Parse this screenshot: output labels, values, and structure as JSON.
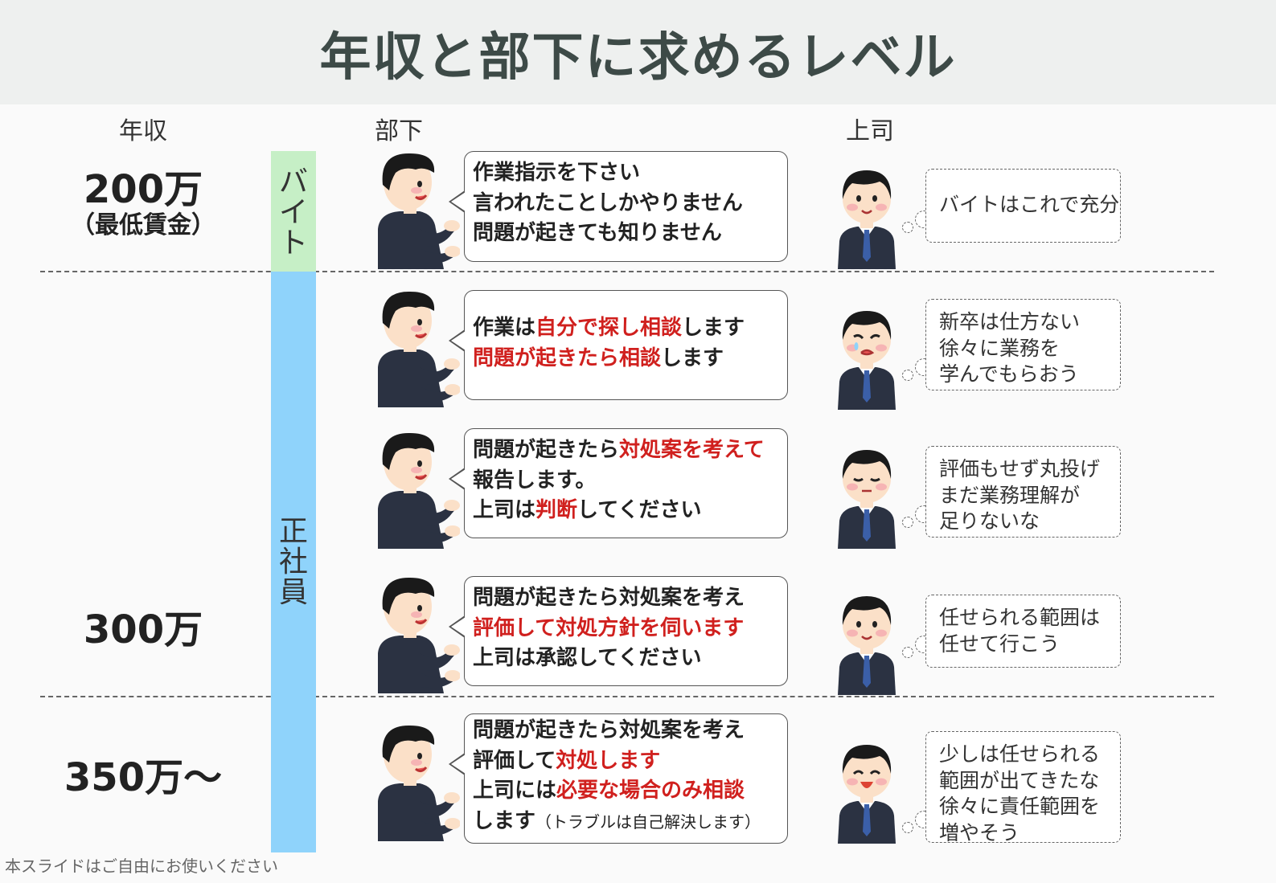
{
  "title": "年収と部下に求めるレベル",
  "headers": {
    "salary": "年収",
    "subordinate": "部下",
    "boss": "上司"
  },
  "salaries": [
    {
      "amount": "200万",
      "note": "（最低賃金）"
    },
    {
      "amount": "300万",
      "note": ""
    },
    {
      "amount": "350万〜",
      "note": ""
    }
  ],
  "bands": [
    {
      "label": "バイト",
      "color": "#c6efc6"
    },
    {
      "label": "正社員",
      "color": "#8fd3fb"
    }
  ],
  "rows": [
    {
      "subordinate_lines": [
        [
          {
            "t": "作業指示を下さい",
            "red": false
          }
        ],
        [
          {
            "t": "言われたことしかやりません",
            "red": false
          }
        ],
        [
          {
            "t": "問題が起きても知りません",
            "red": false
          }
        ]
      ],
      "boss_lines": [
        "バイトはこれで充分"
      ],
      "boss_face": "smile"
    },
    {
      "subordinate_lines": [
        [
          {
            "t": "作業は",
            "red": false
          },
          {
            "t": "自分で探し相談",
            "red": true
          },
          {
            "t": "します",
            "red": false
          }
        ],
        [
          {
            "t": "問題が起きたら相談",
            "red": true
          },
          {
            "t": "します",
            "red": false
          }
        ]
      ],
      "boss_lines": [
        "新卒は仕方ない",
        "徐々に業務を",
        "学んでもらおう"
      ],
      "boss_face": "worried"
    },
    {
      "subordinate_lines": [
        [
          {
            "t": "問題が起きたら",
            "red": false
          },
          {
            "t": "対処案を考えて",
            "red": true
          }
        ],
        [
          {
            "t": "報告します。",
            "red": false
          }
        ],
        [
          {
            "t": "上司は",
            "red": false
          },
          {
            "t": "判断",
            "red": true
          },
          {
            "t": "してください",
            "red": false
          }
        ]
      ],
      "boss_lines": [
        "評価もせず丸投げ",
        "まだ業務理解が",
        "足りないな"
      ],
      "boss_face": "sleepy"
    },
    {
      "subordinate_lines": [
        [
          {
            "t": "問題が起きたら対処案を考え",
            "red": false
          }
        ],
        [
          {
            "t": "評価して対処方針を伺います",
            "red": true
          }
        ],
        [
          {
            "t": "上司は承認してください",
            "red": false
          }
        ]
      ],
      "boss_lines": [
        "任せられる範囲は",
        "任せて行こう"
      ],
      "boss_face": "smile"
    },
    {
      "subordinate_lines": [
        [
          {
            "t": "問題が起きたら対処案を考え",
            "red": false
          }
        ],
        [
          {
            "t": "評価して",
            "red": false
          },
          {
            "t": "対処します",
            "red": true
          }
        ],
        [
          {
            "t": "上司には",
            "red": false
          },
          {
            "t": "必要な場合のみ相談",
            "red": true
          }
        ],
        [
          {
            "t": "します",
            "red": false
          },
          {
            "t": "（トラブルは自己解決します）",
            "red": false,
            "small": true
          }
        ]
      ],
      "boss_lines": [
        "少しは任せられる",
        "範囲が出てきたな",
        "徐々に責任範囲を",
        "増やそう"
      ],
      "boss_face": "happy"
    }
  ],
  "footer": "本スライドはご自由にお使いください",
  "colors": {
    "accent_red": "#d0201e",
    "title_band": "#eef0ef",
    "title_text": "#3d4a47",
    "suit": "#2b3242",
    "skin": "#fbe0c8",
    "hair": "#1a1a1a",
    "tie": "#3b5fa8"
  }
}
